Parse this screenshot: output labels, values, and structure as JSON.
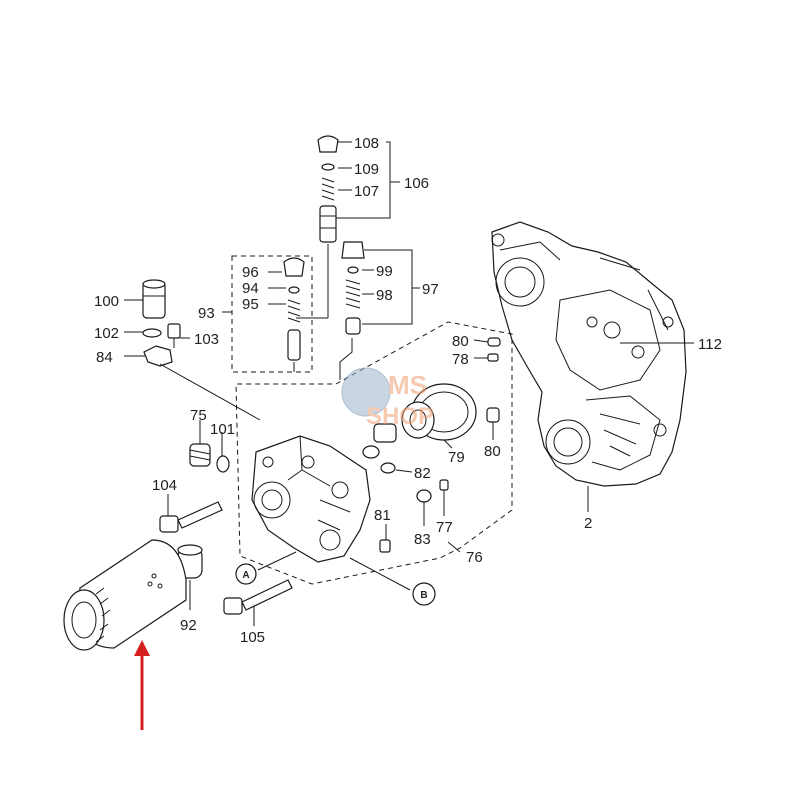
{
  "diagram": {
    "labels": {
      "p108": "108",
      "p109": "109",
      "p107": "107",
      "p106": "106",
      "p96": "96",
      "p94": "94",
      "p95": "95",
      "p93": "93",
      "p99": "99",
      "p98": "98",
      "p97": "97",
      "p100": "100",
      "p102": "102",
      "p103": "103",
      "p84": "84",
      "p80a": "80",
      "p78": "78",
      "p79": "79",
      "p80b": "80",
      "p112": "112",
      "p75": "75",
      "p101": "101",
      "p82": "82",
      "p104": "104",
      "p81": "81",
      "p83": "83",
      "p77": "77",
      "p76": "76",
      "p2": "2",
      "p92": "92",
      "p105": "105",
      "callout_a": "A",
      "callout_b": "B"
    },
    "watermark": {
      "line1": "MS",
      "line2": "SHOP"
    },
    "colors": {
      "arrow": "#d42020",
      "line": "#1a1a1a",
      "watermark": "#f0a070"
    }
  }
}
